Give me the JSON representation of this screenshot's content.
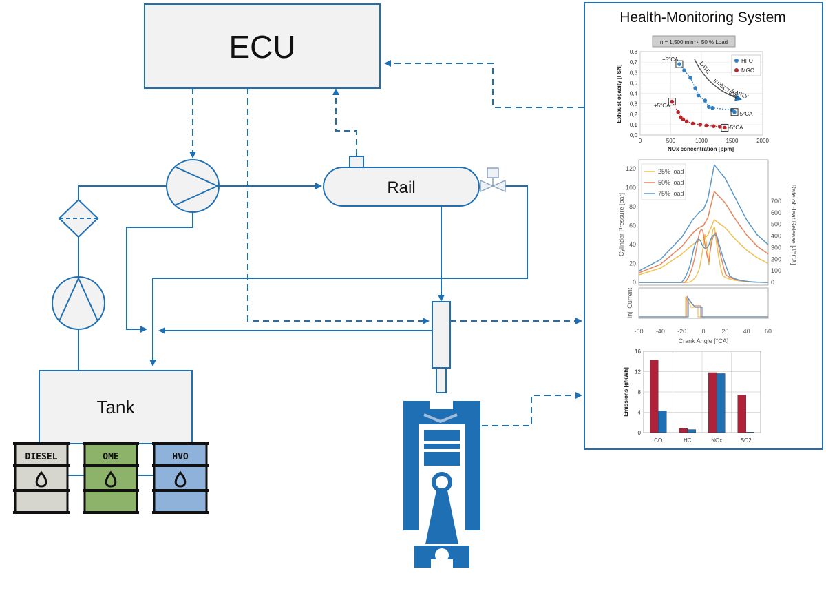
{
  "diagram": {
    "ecu_label": "ECU",
    "rail_label": "Rail",
    "tank_label": "Tank",
    "fuels": [
      {
        "name": "DIESEL",
        "color": "#d6d6cf"
      },
      {
        "name": "OME",
        "color": "#8db26a"
      },
      {
        "name": "HVO",
        "color": "#8fb2da"
      }
    ],
    "line_color": "#1f6fb5",
    "box_fill": "#f2f2f2"
  },
  "hms": {
    "title": "Health-Monitoring System",
    "opacity_chart": {
      "condition": "n = 1,500 min⁻¹; 50 % Load",
      "ylabel": "Exhaust opacity [FSN]",
      "xlabel": "NOx concentration [ppm]",
      "yticks": [
        "0,0",
        "0,1",
        "0,2",
        "0,3",
        "0,4",
        "0,5",
        "0,6",
        "0,7",
        "0,8"
      ],
      "xticks": [
        "0",
        "500",
        "1000",
        "1500",
        "2000"
      ],
      "legend": [
        "HFO",
        "MGO"
      ],
      "annotations": {
        "late": "LATE",
        "injection": "INJECTION",
        "early": "EARLY",
        "hfo_start": "+5°CA",
        "hfo_end": "-5°CA",
        "mgo_start": "+5°CA",
        "mgo_end": "-5°CA"
      }
    },
    "pressure_chart": {
      "ylabel_left": "Cylinder Pressure [bar]",
      "ylabel_right": "Rate of Heat Release [J/°CA]",
      "ylabel_bottom": "Inj. Current",
      "xlabel": "Crank Angle [°CA]",
      "yticks_left": [
        "0",
        "20",
        "40",
        "60",
        "80",
        "100",
        "120"
      ],
      "yticks_right": [
        "0",
        "100",
        "200",
        "300",
        "400",
        "500",
        "600",
        "700"
      ],
      "xticks": [
        "-60",
        "-40",
        "-20",
        "0",
        "20",
        "40",
        "60"
      ],
      "legend": [
        "25% load",
        "50% load",
        "75% load"
      ]
    },
    "emissions_chart": {
      "ylabel": "Emissions [g/kWh]",
      "yticks": [
        "0",
        "4",
        "8",
        "12",
        "16"
      ],
      "categories": [
        "CO",
        "HC",
        "NOx",
        "SO2"
      ]
    }
  },
  "chart_data": [
    {
      "type": "scatter",
      "title": "n = 1,500 min⁻¹; 50 % Load",
      "xlabel": "NOx concentration [ppm]",
      "ylabel": "Exhaust opacity [FSN]",
      "xlim": [
        0,
        2000
      ],
      "ylim": [
        0,
        0.8
      ],
      "series": [
        {
          "name": "HFO",
          "color": "#2f7fc4",
          "x": [
            640,
            720,
            820,
            900,
            950,
            1060,
            1120,
            1180,
            1500,
            1540
          ],
          "y": [
            0.68,
            0.62,
            0.55,
            0.45,
            0.38,
            0.33,
            0.27,
            0.26,
            0.24,
            0.22
          ]
        },
        {
          "name": "MGO",
          "color": "#b8262d",
          "x": [
            520,
            620,
            660,
            700,
            760,
            860,
            980,
            1080,
            1200,
            1300,
            1380
          ],
          "y": [
            0.32,
            0.22,
            0.17,
            0.15,
            0.13,
            0.11,
            0.1,
            0.09,
            0.085,
            0.08,
            0.07
          ]
        }
      ]
    },
    {
      "type": "line",
      "xlabel": "Crank Angle [°CA]",
      "ylabel": "Cylinder Pressure [bar]",
      "xlim": [
        -60,
        60
      ],
      "ylim": [
        0,
        125
      ],
      "series": [
        {
          "name": "25% load",
          "color": "#f0c050",
          "x": [
            -60,
            -40,
            -20,
            -10,
            -4,
            0,
            4,
            10,
            20,
            30,
            40,
            50,
            60
          ],
          "y": [
            8,
            15,
            30,
            40,
            44,
            45,
            50,
            66,
            58,
            45,
            34,
            26,
            20
          ]
        },
        {
          "name": "50% load",
          "color": "#e8825a",
          "x": [
            -60,
            -40,
            -20,
            -10,
            -4,
            0,
            4,
            10,
            20,
            30,
            40,
            50,
            60
          ],
          "y": [
            10,
            19,
            38,
            52,
            58,
            60,
            68,
            96,
            84,
            66,
            50,
            38,
            30
          ]
        },
        {
          "name": "75% load",
          "color": "#5a96c8",
          "x": [
            -60,
            -40,
            -20,
            -10,
            -4,
            0,
            4,
            10,
            20,
            30,
            40,
            50,
            60
          ],
          "y": [
            12,
            24,
            48,
            66,
            74,
            77,
            88,
            124,
            110,
            88,
            66,
            50,
            40
          ]
        }
      ]
    },
    {
      "type": "bar",
      "ylabel": "Emissions [g/kWh]",
      "categories": [
        "CO",
        "HC",
        "NOx",
        "SO2"
      ],
      "ylim": [
        0,
        16
      ],
      "series": [
        {
          "color": "#b0213a",
          "values": [
            14.3,
            0.8,
            11.8,
            7.4
          ]
        },
        {
          "color": "#1f6fb5",
          "values": [
            4.3,
            0.6,
            11.6,
            0.1
          ]
        }
      ]
    }
  ]
}
